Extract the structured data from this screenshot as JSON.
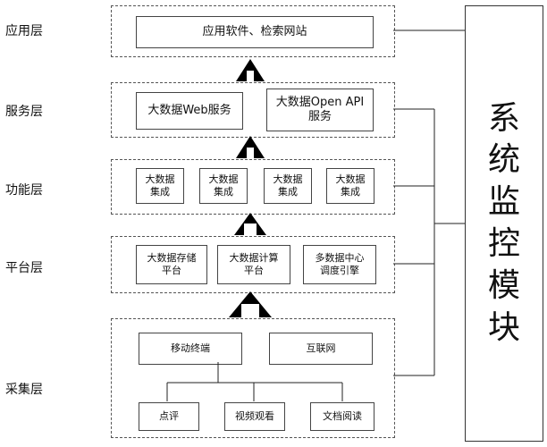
{
  "layers": [
    {
      "label": "应用层",
      "boxes": [
        "应用软件、检索网站"
      ]
    },
    {
      "label": "服务层",
      "boxes": [
        "大数据Web服务",
        "大数据Open API\n服务"
      ]
    },
    {
      "label": "功能层",
      "boxes": [
        "大数据\n集成",
        "大数据\n集成",
        "大数据\n集成",
        "大数据\n集成"
      ]
    },
    {
      "label": "平台层",
      "boxes": [
        "大数据存储\n平台",
        "大数据计算\n平台",
        "多数据中心\n调度引擎"
      ]
    },
    {
      "label": "采集层",
      "top_boxes": [
        "移动终端",
        "互联网"
      ],
      "bottom_boxes": [
        "点评",
        "视频观看",
        "文档阅读"
      ]
    }
  ],
  "monitor": {
    "label": "系统监控模块"
  }
}
